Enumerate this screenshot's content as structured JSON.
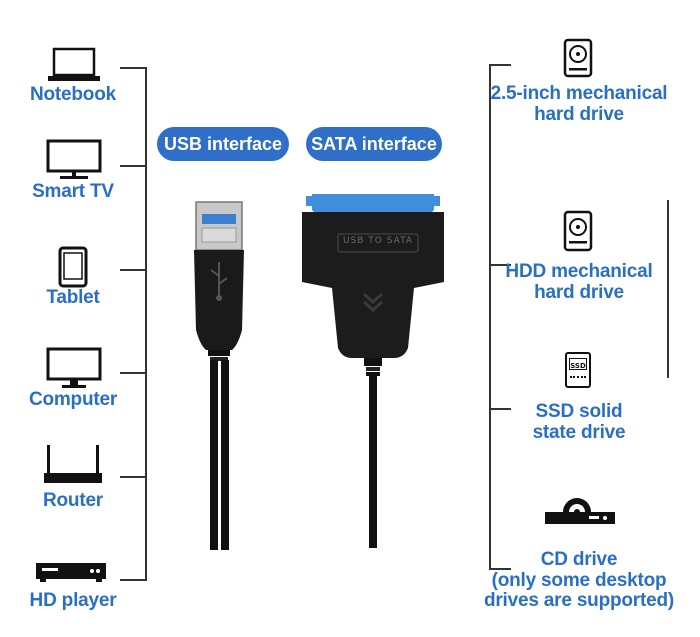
{
  "left_devices": [
    {
      "label": "Notebook",
      "icon": "notebook-icon"
    },
    {
      "label": "Smart TV",
      "icon": "tv-icon"
    },
    {
      "label": "Tablet",
      "icon": "tablet-icon"
    },
    {
      "label": "Computer",
      "icon": "monitor-icon"
    },
    {
      "label": "Router",
      "icon": "router-icon"
    },
    {
      "label": "HD player",
      "icon": "hd-player-icon"
    }
  ],
  "center": {
    "usb_label": "USB interface",
    "sata_label": "SATA interface",
    "adapter_text": "USB TO SATA"
  },
  "right_devices": [
    {
      "label_lines": [
        "2.5-inch mechanical",
        "hard drive"
      ],
      "icon": "hard-drive-icon"
    },
    {
      "label_lines": [
        "HDD mechanical",
        "hard drive"
      ],
      "icon": "hdd-icon"
    },
    {
      "label_lines": [
        "SSD solid",
        "state drive"
      ],
      "icon": "ssd-icon",
      "icon_text": "SSD"
    },
    {
      "label_lines": [
        "CD drive",
        "(only some desktop",
        "drives are supported)"
      ],
      "icon": "cd-drive-icon"
    }
  ],
  "colors": {
    "label": "#2a6fc6",
    "pill": "#2f6fc8",
    "cable": "#111111",
    "sata_tab": "#3f8fdc"
  }
}
